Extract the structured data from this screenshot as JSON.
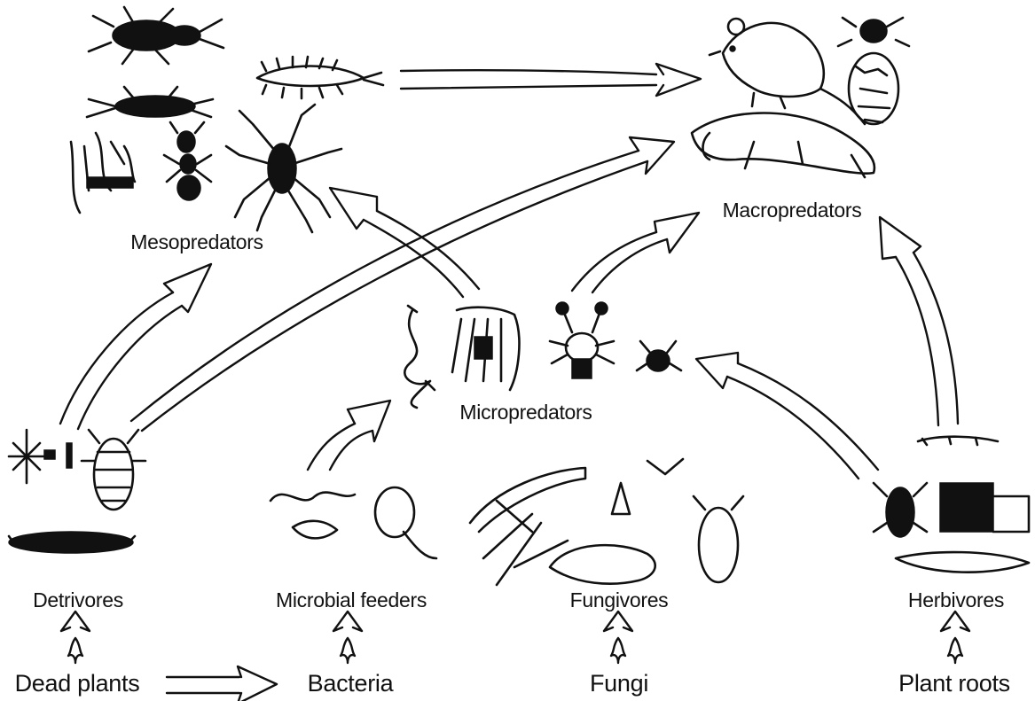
{
  "diagram": {
    "nodes": {
      "mesopredators": "Mesopredators",
      "macropredators": "Macropredators",
      "micropredators": "Micropredators",
      "detrivores": "Detrivores",
      "microbial_feeders": "Microbial feeders",
      "fungivores": "Fungivores",
      "herbivores": "Herbivores",
      "dead_plants": "Dead plants",
      "bacteria": "Bacteria",
      "fungi": "Fungi",
      "plant_roots": "Plant roots"
    },
    "edges": [
      {
        "from": "Dead plants",
        "to": "Detrivores"
      },
      {
        "from": "Dead plants",
        "to": "Bacteria"
      },
      {
        "from": "Bacteria",
        "to": "Microbial feeders"
      },
      {
        "from": "Fungi",
        "to": "Fungivores"
      },
      {
        "from": "Plant roots",
        "to": "Herbivores"
      },
      {
        "from": "Detrivores",
        "to": "Mesopredators"
      },
      {
        "from": "Detrivores",
        "to": "Macropredators"
      },
      {
        "from": "Mesopredators",
        "to": "Macropredators"
      },
      {
        "from": "Micropredators",
        "to": "Mesopredators"
      },
      {
        "from": "Micropredators",
        "to": "Macropredators"
      },
      {
        "from": "Microbial feeders",
        "to": "Micropredators"
      },
      {
        "from": "Herbivores",
        "to": "Micropredators"
      },
      {
        "from": "Herbivores",
        "to": "Macropredators"
      }
    ]
  }
}
